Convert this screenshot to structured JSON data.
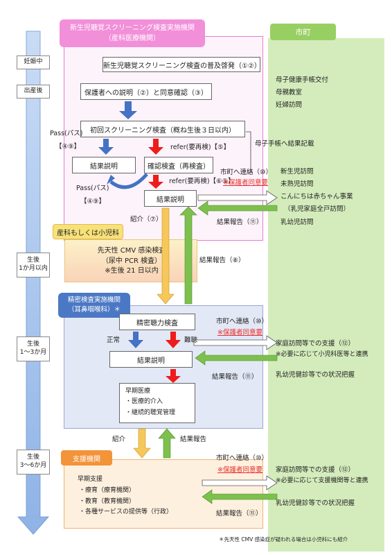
{
  "headers": {
    "screening_institution": "新生児聴覚スクリーニング検査実施機関",
    "screening_institution_sub": "（産科医療機関）",
    "municipality": "市町",
    "obstetrics": "産科もしくは小児科",
    "detailed_institution": "精密検査実施機関",
    "detailed_institution_sub": "（耳鼻咽喉科）＊",
    "support_institution": "支援機関"
  },
  "stages": {
    "pregnancy": "妊娠中",
    "after_birth": "出産後",
    "within_1m_l1": "生後",
    "within_1m_l2": "1か月以内",
    "m1_3_l1": "生後",
    "m1_3_l2": "1～3か月",
    "m3_6_l1": "生後",
    "m3_6_l2": "3～6か月"
  },
  "boxes": {
    "awareness": "新生児聴覚スクリーニング検査の普及啓発（①②）",
    "consent": "保護者への説明（②）と同意確認（③）",
    "first_screening": "初回スクリーニング検査（概ね生後３日以内）",
    "result_explain_1": "結果説明",
    "confirm_test": "確認検査（再検査）",
    "result_explain_2": "結果説明",
    "cmv_l1": "先天性 CMV 感染検査",
    "cmv_l2": "（尿中 PCR 検査）",
    "cmv_l3": "※生後 21 日以内",
    "precise_test": "精密聴力検査",
    "result_explain_3": "結果説明",
    "early_care_title": "早期医療",
    "early_care_item1": "・医療的介入",
    "early_care_item2": "・継続的聴覚管理",
    "early_support_title": "早期支援",
    "early_support_item1": "・療育（療育機関）",
    "early_support_item2": "・教育（教育機関）",
    "early_support_item3": "・各種サービスの提供等（行政）"
  },
  "labels": {
    "pass_1": "Pass(パス)",
    "pass_1_ref": "【④⑨】",
    "refer_1": "refer(要再検)【⑤】",
    "refer_2": "refer(要再検)【⑥⑨】",
    "pass_2": "Pass(パス)",
    "pass_2_ref": "【④⑨】",
    "mother_handbook_record": "母子手帳へ結果記載",
    "contact_city_1": "市町へ連絡（⑩）",
    "consent_required_1": "※保護者同意要",
    "referral_7": "紹介（⑦）",
    "result_report_11a": "結果報告（⑪）",
    "result_report_8": "結果報告（⑧）",
    "normal": "正常",
    "hearing_difficulty": "難聴",
    "contact_city_2": "市町へ連絡（⑩）",
    "consent_required_2": "※保護者同意要",
    "result_report_11b": "結果報告（⑪）",
    "referral": "紹介",
    "result_report": "結果報告",
    "contact_city_3": "市町へ連絡（⑩）",
    "consent_required_3": "※保護者同意要",
    "result_report_11c": "結果報告（⑪）"
  },
  "municipality_services": {
    "handbook": "母子健康手帳交付",
    "mother_class": "母親教室",
    "pregnant_visit": "妊婦訪問",
    "newborn_visit": "新生児訪問",
    "premature_visit": "未熟児訪問",
    "hello_baby": "こんにちは赤ちゃん事業",
    "hello_baby_sub": "（乳児家庭全戸訪問）",
    "infant_visit": "乳幼児訪問",
    "home_support_1": "家庭訪問等での支援（⑫）",
    "coop_pediatric": "※必要に応じて小児科医等と連携",
    "checkup_1": "乳幼児健診等での状況把握",
    "home_support_2": "家庭訪問等での支援（⑫）",
    "coop_support": "※必要に応じて支援機関等と連携",
    "checkup_2": "乳幼児健診等での状況把握"
  },
  "footnote": "＊先天性 CMV 感染症が疑われる場合は小児科にも紹介",
  "colors": {
    "pink_border": "#e87bd0",
    "pink_header": "#f28fd9",
    "green_panel": "#d4ecbc",
    "green_header": "#98cf63",
    "blue_panel": "#e3e8f6",
    "blue_header": "#4b78c4",
    "orange_header": "#f3933a",
    "yellow_header": "#f7e27a",
    "red_arrow": "#ee1c1c",
    "blue_arrow": "#4472c4",
    "green_arrow": "#7dc04e",
    "yellow_arrow": "#f6c759",
    "timeline": "#a9c6ee"
  }
}
